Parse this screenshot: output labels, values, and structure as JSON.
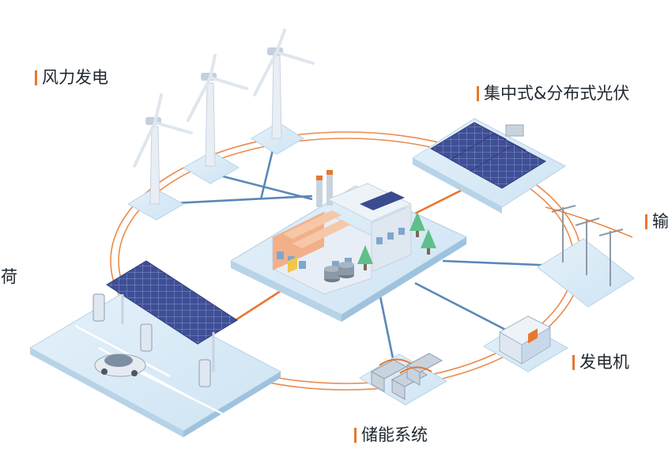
{
  "labels": {
    "wind": "风力发电",
    "pv": "集中式&分布式光伏",
    "transmission": "输",
    "load": "负荷",
    "generator": "发电机",
    "storage": "储能系统"
  },
  "colors": {
    "accent_orange": "#e8772e",
    "link_blue": "#5b88b6",
    "platform_light": "#d8eaf6",
    "platform_edge": "#b7d3e8",
    "panel_blue": "#3b4b8f"
  }
}
